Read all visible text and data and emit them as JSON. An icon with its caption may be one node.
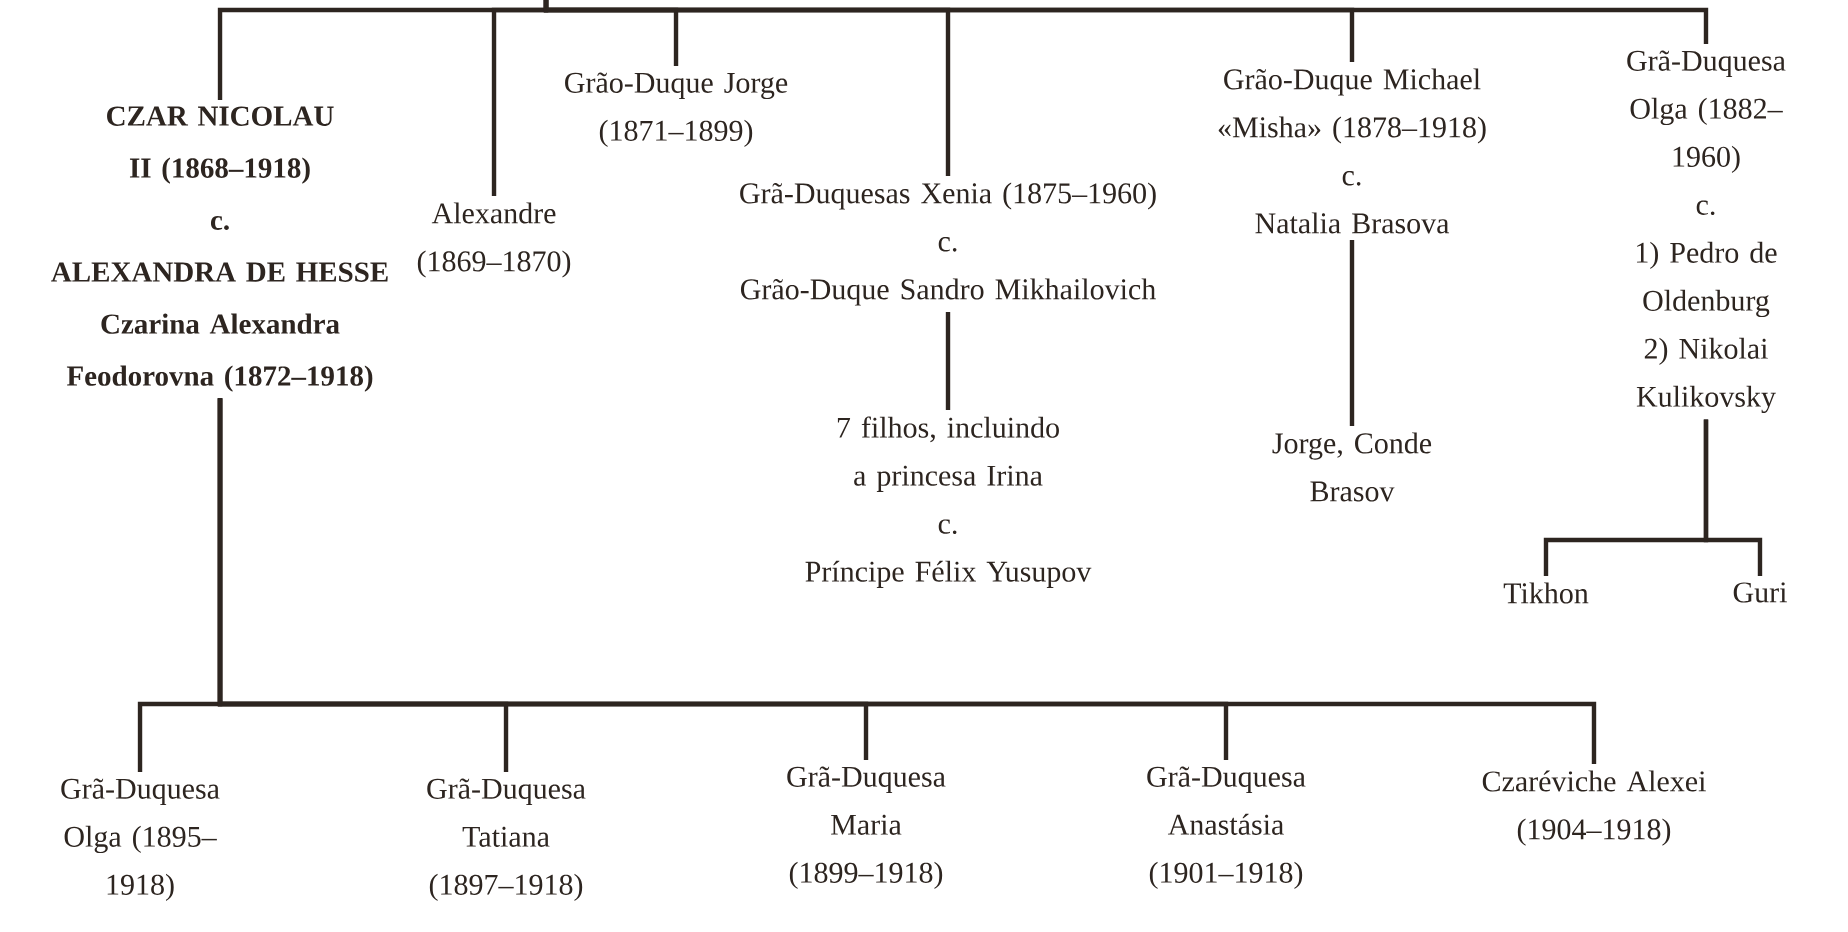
{
  "diagram": {
    "nodes": [
      {
        "text": [
          "CZAR NICOLAU II (1868–1918)",
          "c.",
          "ALEXANDRA DE HESSE Czarina Alexandra Feodorovna (1872–1918)"
        ]
      },
      {
        "text": [
          "Alexandre (1869–1870)"
        ]
      },
      {
        "text": [
          "Grão-Duque Jorge (1871–1899)"
        ]
      },
      {
        "text": [
          "Grã-Duquesas Xenia (1875–1960)",
          "c.",
          "Grão-Duque Sandro Mikhailovich"
        ]
      },
      {
        "text": [
          "7 filhos, incluindo a princesa Irina",
          "c.",
          "Príncipe Félix Yusupov"
        ]
      },
      {
        "text": [
          "Grão-Duque Michael «Misha» (1878–1918)",
          "c.",
          "Natalia Brasova"
        ]
      },
      {
        "text": [
          "Jorge, Conde Brasov"
        ]
      },
      {
        "text": [
          "Grã-Duquesa Olga (1882–1960)",
          "c.",
          "1) Pedro de Oldenburg",
          "2) Nikolai Kulikovsky"
        ]
      },
      {
        "text": [
          "Tikhon"
        ]
      },
      {
        "text": [
          "Guri"
        ]
      },
      {
        "text": [
          "Grã-Duquesa Olga (1895–1918)"
        ]
      },
      {
        "text": [
          "Grã-Duquesa Tatiana (1897–1918)"
        ]
      },
      {
        "text": [
          "Grã-Duquesa Maria (1899–1918)"
        ]
      },
      {
        "text": [
          "Grã-Duquesa Anastásia (1901–1918)"
        ]
      },
      {
        "text": [
          "Czaréviche Alexei (1904–1918)"
        ]
      }
    ],
    "edges": [
      {
        "from": null,
        "to": 0,
        "arrow": "none"
      },
      {
        "from": null,
        "to": 1,
        "arrow": "none"
      },
      {
        "from": null,
        "to": 2,
        "arrow": "none"
      },
      {
        "from": null,
        "to": 3,
        "arrow": "none"
      },
      {
        "from": null,
        "to": 5,
        "arrow": "none"
      },
      {
        "from": null,
        "to": 7,
        "arrow": "none"
      },
      {
        "from": 3,
        "to": 4,
        "arrow": "none"
      },
      {
        "from": 5,
        "to": 6,
        "arrow": "none"
      },
      {
        "from": 7,
        "to": 8,
        "arrow": "none"
      },
      {
        "from": 7,
        "to": 9,
        "arrow": "none"
      },
      {
        "from": 0,
        "to": 10,
        "arrow": "none"
      },
      {
        "from": 0,
        "to": 11,
        "arrow": "none"
      },
      {
        "from": 0,
        "to": 12,
        "arrow": "none"
      },
      {
        "from": 0,
        "to": 13,
        "arrow": "none"
      },
      {
        "from": 0,
        "to": 14,
        "arrow": "none"
      }
    ]
  }
}
